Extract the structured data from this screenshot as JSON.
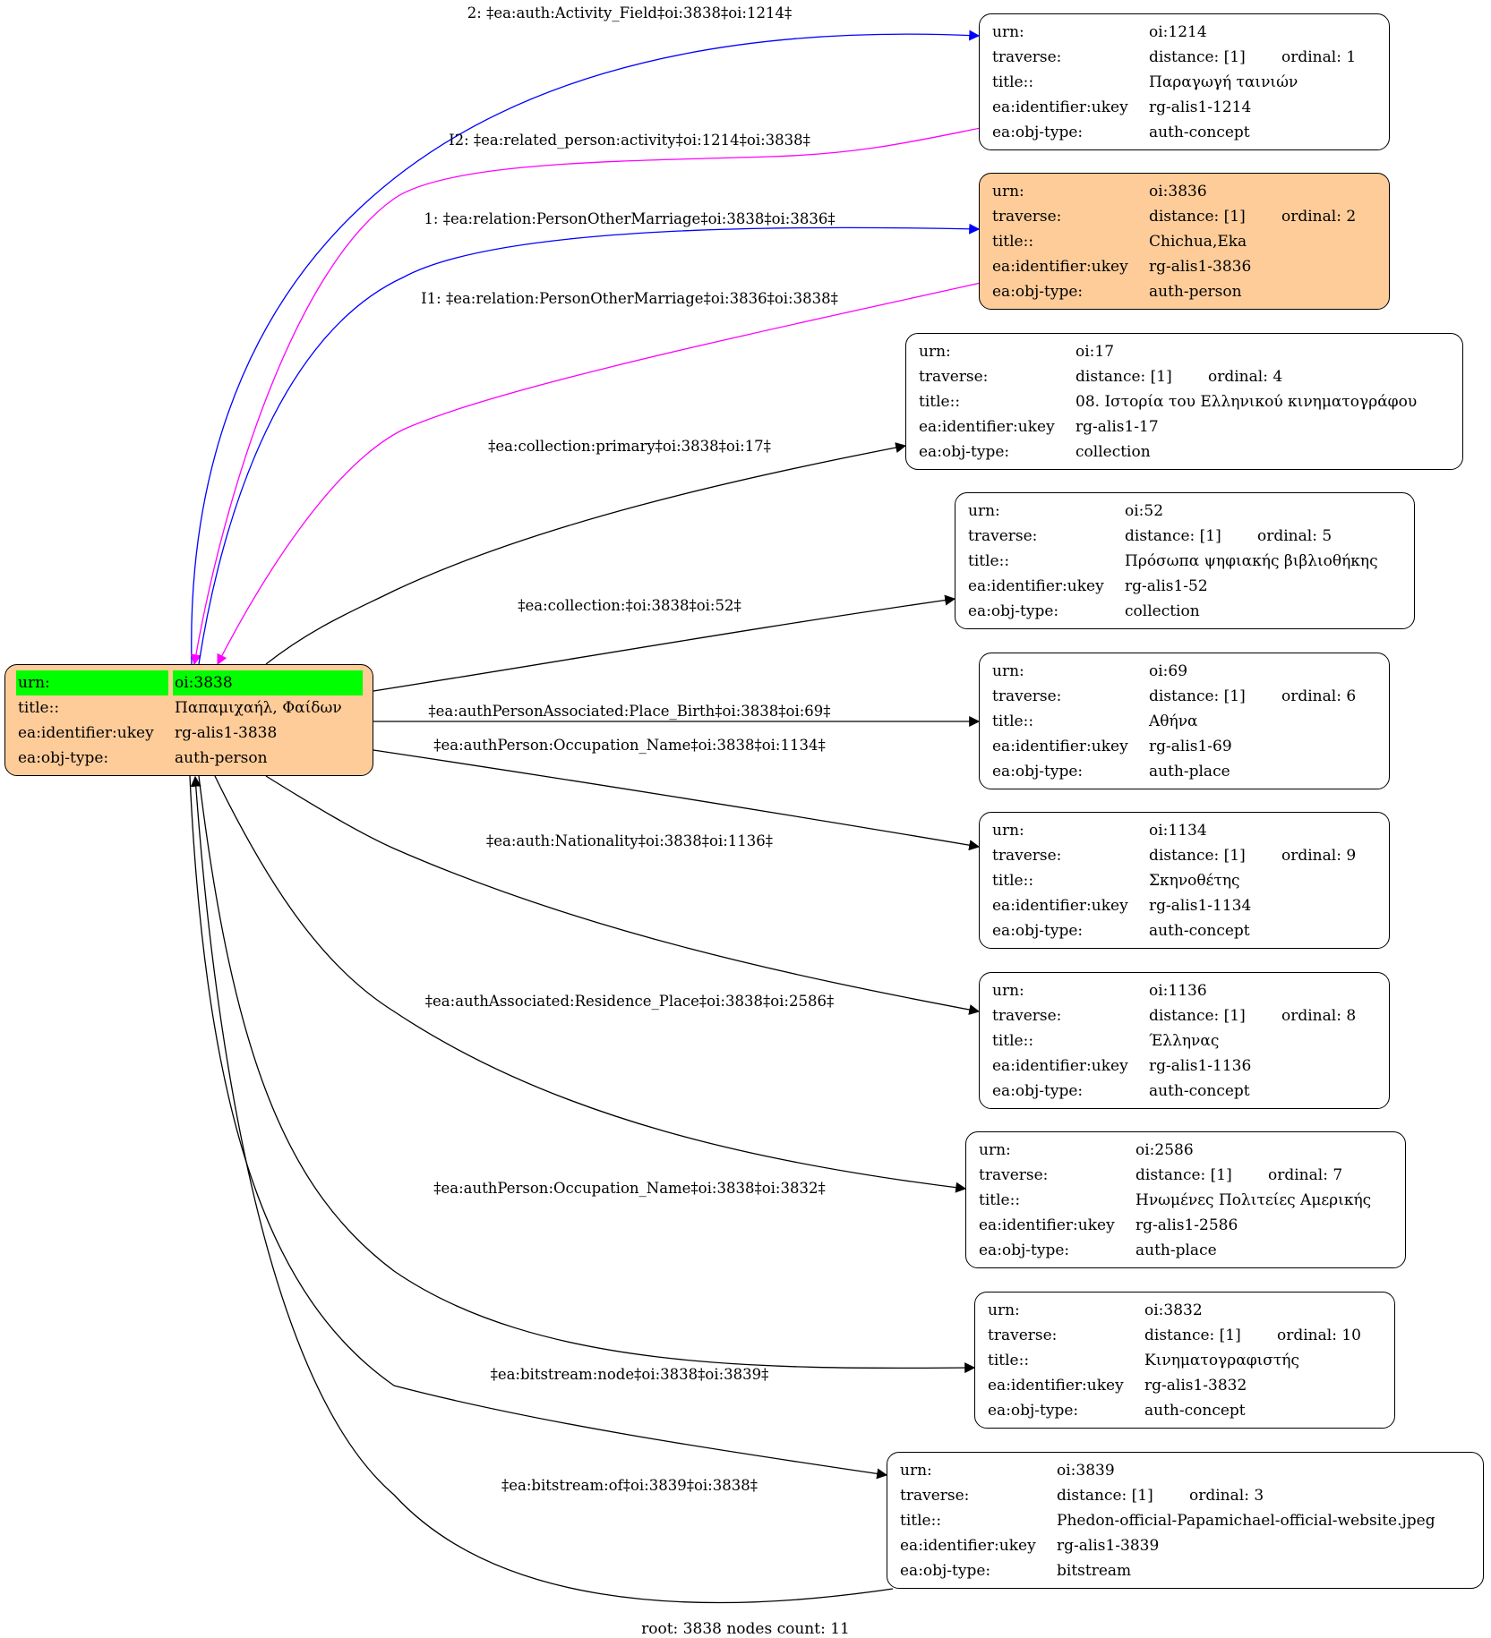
{
  "colors": {
    "root_fill": "#fecc99",
    "urn_highlight": "#00ff00",
    "edge_forward_related": "#0000ff",
    "edge_inverse_related": "#ff00ff",
    "edge_default": "#000000"
  },
  "root": {
    "rows": [
      {
        "key": "urn:",
        "value": "oi:3838"
      },
      {
        "key": "title::",
        "value": "Παπαμιχαήλ, Φαίδων"
      },
      {
        "key": "ea:identifier:ukey",
        "value": "rg-alis1-3838"
      },
      {
        "key": "ea:obj-type:",
        "value": "auth-person"
      }
    ]
  },
  "nodes": [
    {
      "urn": "oi:1214",
      "distance": "distance: [1]",
      "ordinal": "ordinal: 1",
      "title": "Παραγωγή ταινιών",
      "ukey": "rg-alis1-1214",
      "objtype": "auth-concept",
      "highlight": false
    },
    {
      "urn": "oi:3836",
      "distance": "distance: [1]",
      "ordinal": "ordinal: 2",
      "title": "Chichua,Eka",
      "ukey": "rg-alis1-3836",
      "objtype": "auth-person",
      "highlight": true
    },
    {
      "urn": "oi:17",
      "distance": "distance: [1]",
      "ordinal": "ordinal: 4",
      "title": "08. Ιστορία του Ελληνικού κινηματογράφου",
      "ukey": "rg-alis1-17",
      "objtype": "collection",
      "highlight": false
    },
    {
      "urn": "oi:52",
      "distance": "distance: [1]",
      "ordinal": "ordinal: 5",
      "title": "Πρόσωπα ψηφιακής βιβλιοθήκης",
      "ukey": "rg-alis1-52",
      "objtype": "collection",
      "highlight": false
    },
    {
      "urn": "oi:69",
      "distance": "distance: [1]",
      "ordinal": "ordinal: 6",
      "title": "Αθήνα",
      "ukey": "rg-alis1-69",
      "objtype": "auth-place",
      "highlight": false
    },
    {
      "urn": "oi:1134",
      "distance": "distance: [1]",
      "ordinal": "ordinal: 9",
      "title": "Σκηνοθέτης",
      "ukey": "rg-alis1-1134",
      "objtype": "auth-concept",
      "highlight": false
    },
    {
      "urn": "oi:1136",
      "distance": "distance: [1]",
      "ordinal": "ordinal: 8",
      "title": "Έλληνας",
      "ukey": "rg-alis1-1136",
      "objtype": "auth-concept",
      "highlight": false
    },
    {
      "urn": "oi:2586",
      "distance": "distance: [1]",
      "ordinal": "ordinal: 7",
      "title": "Ηνωμένες Πολιτείες Αμερικής",
      "ukey": "rg-alis1-2586",
      "objtype": "auth-place",
      "highlight": false
    },
    {
      "urn": "oi:3832",
      "distance": "distance: [1]",
      "ordinal": "ordinal: 10",
      "title": "Κινηματογραφιστής",
      "ukey": "rg-alis1-3832",
      "objtype": "auth-concept",
      "highlight": false
    },
    {
      "urn": "oi:3839",
      "distance": "distance: [1]",
      "ordinal": "ordinal: 3",
      "title": "Phedon-official-Papamichael-official-website.jpeg",
      "ukey": "rg-alis1-3839",
      "objtype": "bitstream",
      "highlight": false
    }
  ],
  "field_keys": {
    "urn": "urn:",
    "traverse": "traverse:",
    "title": "title::",
    "ukey": "ea:identifier:ukey",
    "objtype": "ea:obj-type:"
  },
  "edges": [
    {
      "label": "2: ‡ea:auth:Activity_Field‡oi:3838‡oi:1214‡",
      "color": "#0000ff"
    },
    {
      "label": "I2: ‡ea:related_person:activity‡oi:1214‡oi:3838‡",
      "color": "#ff00ff"
    },
    {
      "label": "1: ‡ea:relation:PersonOtherMarriage‡oi:3838‡oi:3836‡",
      "color": "#0000ff"
    },
    {
      "label": "I1: ‡ea:relation:PersonOtherMarriage‡oi:3836‡oi:3838‡",
      "color": "#ff00ff"
    },
    {
      "label": "‡ea:collection:primary‡oi:3838‡oi:17‡",
      "color": "#000000"
    },
    {
      "label": "‡ea:collection:‡oi:3838‡oi:52‡",
      "color": "#000000"
    },
    {
      "label": "‡ea:authPersonAssociated:Place_Birth‡oi:3838‡oi:69‡",
      "color": "#000000"
    },
    {
      "label": "‡ea:authPerson:Occupation_Name‡oi:3838‡oi:1134‡",
      "color": "#000000"
    },
    {
      "label": "‡ea:auth:Nationality‡oi:3838‡oi:1136‡",
      "color": "#000000"
    },
    {
      "label": "‡ea:authAssociated:Residence_Place‡oi:3838‡oi:2586‡",
      "color": "#000000"
    },
    {
      "label": "‡ea:authPerson:Occupation_Name‡oi:3838‡oi:3832‡",
      "color": "#000000"
    },
    {
      "label": "‡ea:bitstream:node‡oi:3838‡oi:3839‡",
      "color": "#000000"
    },
    {
      "label": "‡ea:bitstream:of‡oi:3839‡oi:3838‡",
      "color": "#000000"
    }
  ],
  "footer": "root: 3838 nodes count: 11"
}
